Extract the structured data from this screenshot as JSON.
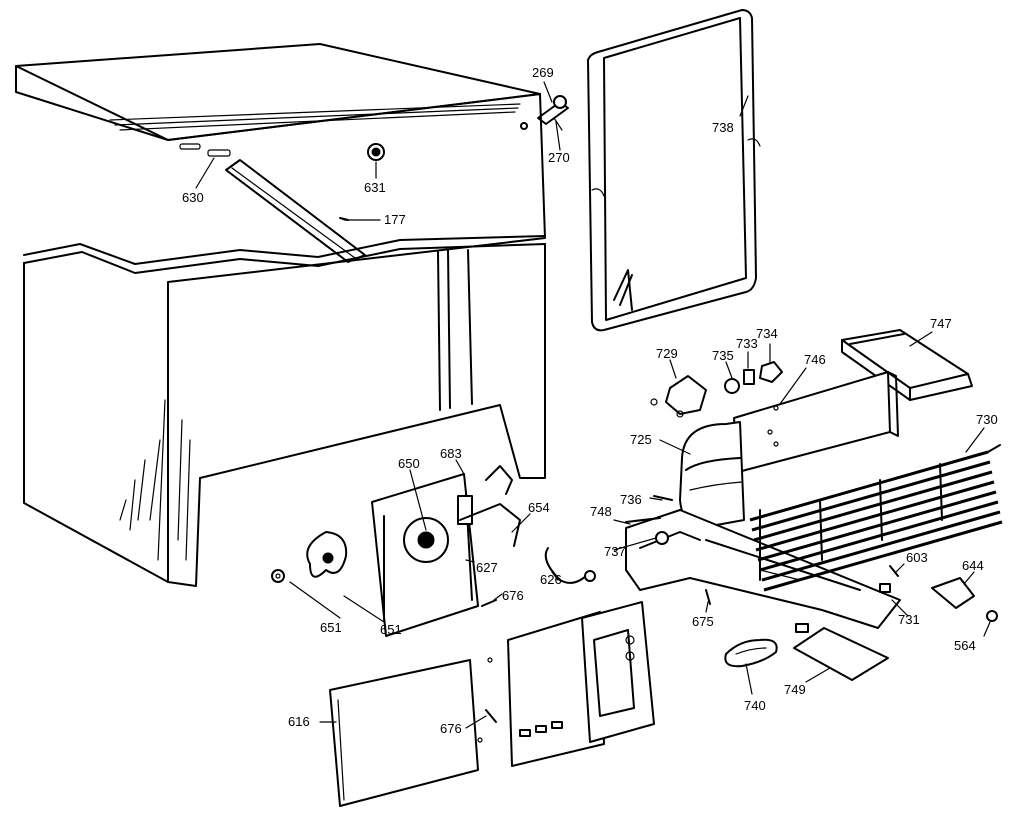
{
  "callouts": [
    "269",
    "270",
    "738",
    "630",
    "631",
    "177",
    "747",
    "729",
    "735",
    "733",
    "734",
    "746",
    "730",
    "725",
    "683",
    "650",
    "654",
    "736",
    "748",
    "737",
    "627",
    "626",
    "676",
    "603",
    "644",
    "651",
    "675",
    "731",
    "564",
    "616",
    "740",
    "749"
  ]
}
